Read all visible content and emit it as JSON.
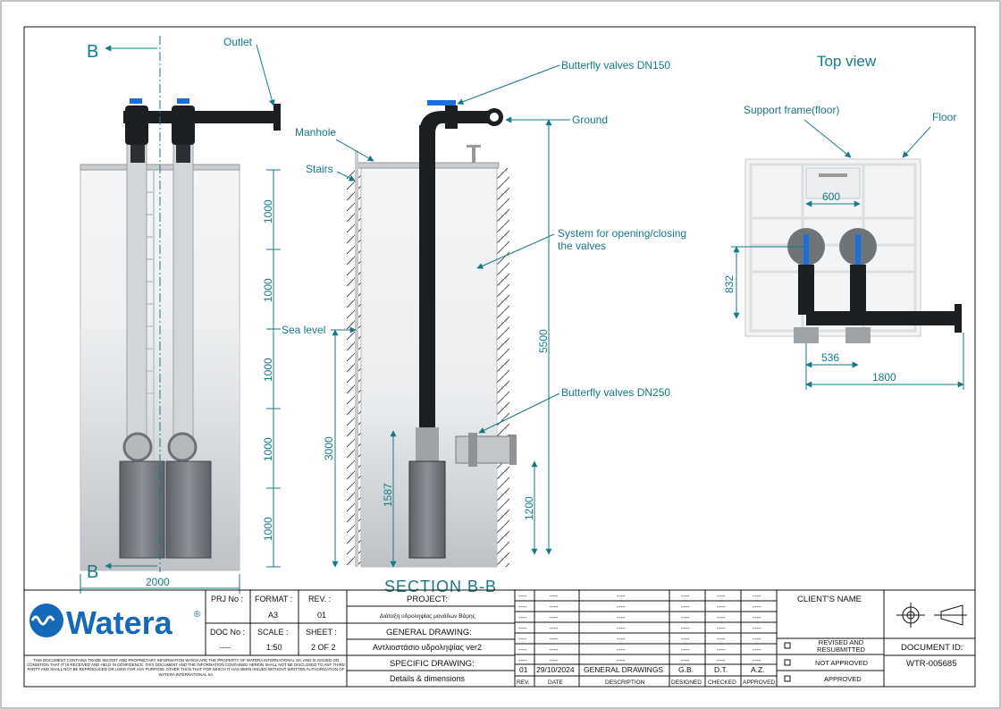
{
  "section_marker": "B",
  "left_view": {
    "dims_vertical": [
      "1000",
      "1000",
      "1000",
      "1000",
      "1000"
    ],
    "dim_width": "2000"
  },
  "section_view": {
    "title": "SECTION B-B",
    "labels": {
      "outlet": "Outlet",
      "butterfly_dn150": "Butterfly valves DN150",
      "ground": "Ground",
      "manhole": "Manhole",
      "stairs": "Stairs",
      "system_line1": "System for opening/closing",
      "system_line2": "the valves",
      "sea_level": "Sea level",
      "butterfly_dn250": "Butterfly valves DN250"
    },
    "dims": {
      "total_height": "5500",
      "sea_depth": "3000",
      "valve_height": "1587",
      "outlet_height": "1200"
    }
  },
  "top_view": {
    "title": "Top view",
    "labels": {
      "support_frame": "Support frame(floor)",
      "floor": "Floor"
    },
    "dims": {
      "top_width": "600",
      "height": "832",
      "spacing": "536",
      "length": "1800"
    }
  },
  "title_block": {
    "logo_text": "Watera",
    "logo_reg": "®",
    "confidentiality": "THIS DOCUMENT CONTAINS TRADE SECRET AND PROPRIETARY INFORMATION WHICH ARE THE PROPERTY OF WATERA INTERNATIONAL SA, AND IS ISSUED ON CONDITION THAT IT IS RECEIVED AND HELD IN CONFIDENCE. THIS DOCUMENT AND THE INFORMATION CONTAINED HEREIN SHALL NOT BE DISCLOSED TO ANY THIRD PARTY AND SHALL NOT BE REPRODUCED OR USED FOR ANY PURPOSE OTHER THAN THAT FOR WHICH IT HAS BEEN ISSUED WITHOUT WRITTEN AUTHORIZATION OF WATERA INTERNATIONAL SA",
    "prj_no_label": "PRJ No :",
    "prj_no_value": "",
    "format_label": "FORMAT :",
    "format_value": "A3",
    "rev_label": "REV. :",
    "rev_value": "01",
    "doc_no_label": "DOC No :",
    "doc_no_value": "----",
    "scale_label": "SCALE :",
    "scale_value": "1:50",
    "sheet_label": "SHEET :",
    "sheet_value": "2 OF 2",
    "project_label": "PROJECT:",
    "project_value": "Διάταξη υδροληψίας μονάδων Βάρης",
    "general_label": "GENERAL DRAWING:",
    "general_value": "Αντλιοστάσιο υδροληψίας ver2",
    "specific_label": "SPECIFIC DRAWING:",
    "specific_value": "Details & dimensions",
    "dash": "----",
    "rev_row": {
      "rev": "01",
      "date": "29/10/2024",
      "description": "GENERAL DRAWINGS",
      "designed": "G.B.",
      "checked": "D.T.",
      "approved": "A.Z."
    },
    "rev_headers": {
      "rev": "REV.",
      "date": "DATE",
      "description": "DESCRIPTION",
      "designed": "DESIGNED",
      "checked": "CHECKED",
      "approved": "APPROVED"
    },
    "client_label": "CLIENT'S NAME",
    "client_value": "",
    "status_revised": "REVISED AND RESUBMITTED",
    "status_not_approved": "NOT APPROVED",
    "status_approved": "APPROVED",
    "document_id_label": "DOCUMENT ID:",
    "document_id_value": "WTR-005685"
  },
  "colors": {
    "accent": "#157a86",
    "pipe": "#1c1f22",
    "valve_handle": "#1b6fd6",
    "logo_blue": "#1569b8"
  }
}
